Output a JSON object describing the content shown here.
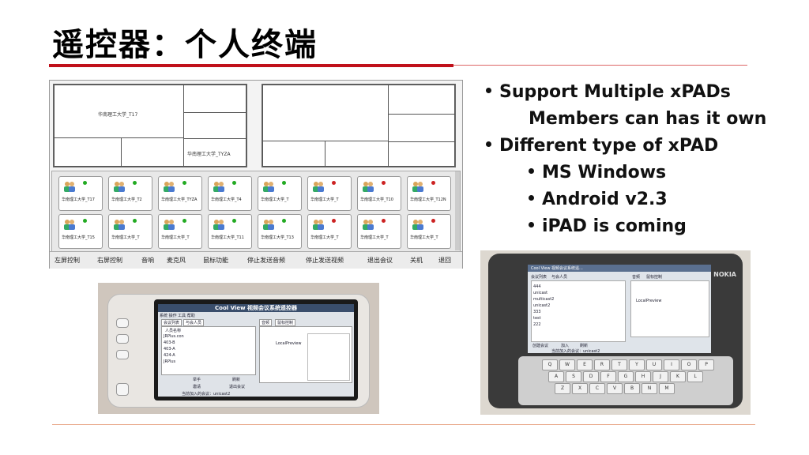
{
  "slide": {
    "title": "遥控器：个人终端"
  },
  "bullets": [
    {
      "text": "Support Multiple xPADs",
      "level": 1
    },
    {
      "text": "Members can has it own",
      "level": 1.5
    },
    {
      "text": "Different type of xPAD",
      "level": 1
    },
    {
      "text": "MS Windows",
      "level": 2
    },
    {
      "text": "Android v2.3",
      "level": 2
    },
    {
      "text": "iPAD is coming",
      "level": 2
    }
  ],
  "screenshot": {
    "video_label_1": "华南理工大学_T17",
    "video_label_2": "华南理工大学_TYZA",
    "members_row1": [
      "华南理工大学_T17",
      "华南理工大学_T2",
      "华南理工大学_TYZA",
      "华南理工大学_T4",
      "华南理工大学_T",
      "华南理工大学_T",
      "华南理工大学_T10",
      "华南理工大学_T12N"
    ],
    "members_row2": [
      "华南理工大学_T15",
      "华南理工大学_T",
      "华南理工大学_T",
      "华南理工大学_T11",
      "华南理工大学_T13",
      "华南理工大学_T",
      "华南理工大学_T",
      "华南理工大学_T"
    ],
    "toolbar": [
      "左屏控制",
      "右屏控制",
      "音响",
      "麦克风",
      "鼠标功能",
      "停止发送音频",
      "停止发送视频",
      "退出会议",
      "关机",
      "退回"
    ]
  },
  "photo_left": {
    "app_title": "Cool View 视频会议系统遥控器",
    "menu": "系统 操作 工具 帮助",
    "tabs": [
      "会议列表",
      "与会人员"
    ],
    "right_tabs": [
      "音频",
      "鼠标控制"
    ],
    "col_header": "人员名称",
    "rows": [
      "JRPlus.con",
      "403-B",
      "403-A",
      "424-A",
      "JRPlus"
    ],
    "preview": "LocalPreview",
    "buttons": [
      "举手",
      "刷新",
      "邀请",
      "退出会议"
    ],
    "status": "当前加入的会议：unicast2"
  },
  "photo_right": {
    "app_title": "Cool View 视频会议系统遥...",
    "tabs": [
      "会议列表",
      "与会人员"
    ],
    "right_tabs": [
      "音频",
      "鼠标控制"
    ],
    "rows": [
      "444",
      "unicast",
      "multicast2",
      "unicast2",
      "333",
      "test",
      "222"
    ],
    "preview": "LocalPreview",
    "buttons": [
      "创建会议",
      "加入",
      "刷新"
    ],
    "status": "当前加入的会议：unicast2",
    "brand": "NOKIA",
    "keys": [
      "Q",
      "W",
      "E",
      "R",
      "T",
      "Y",
      "U",
      "I",
      "O",
      "P",
      "A",
      "S",
      "D",
      "F",
      "G",
      "H",
      "J",
      "K",
      "L",
      "Z",
      "X",
      "C",
      "V",
      "B",
      "N",
      "M"
    ]
  }
}
